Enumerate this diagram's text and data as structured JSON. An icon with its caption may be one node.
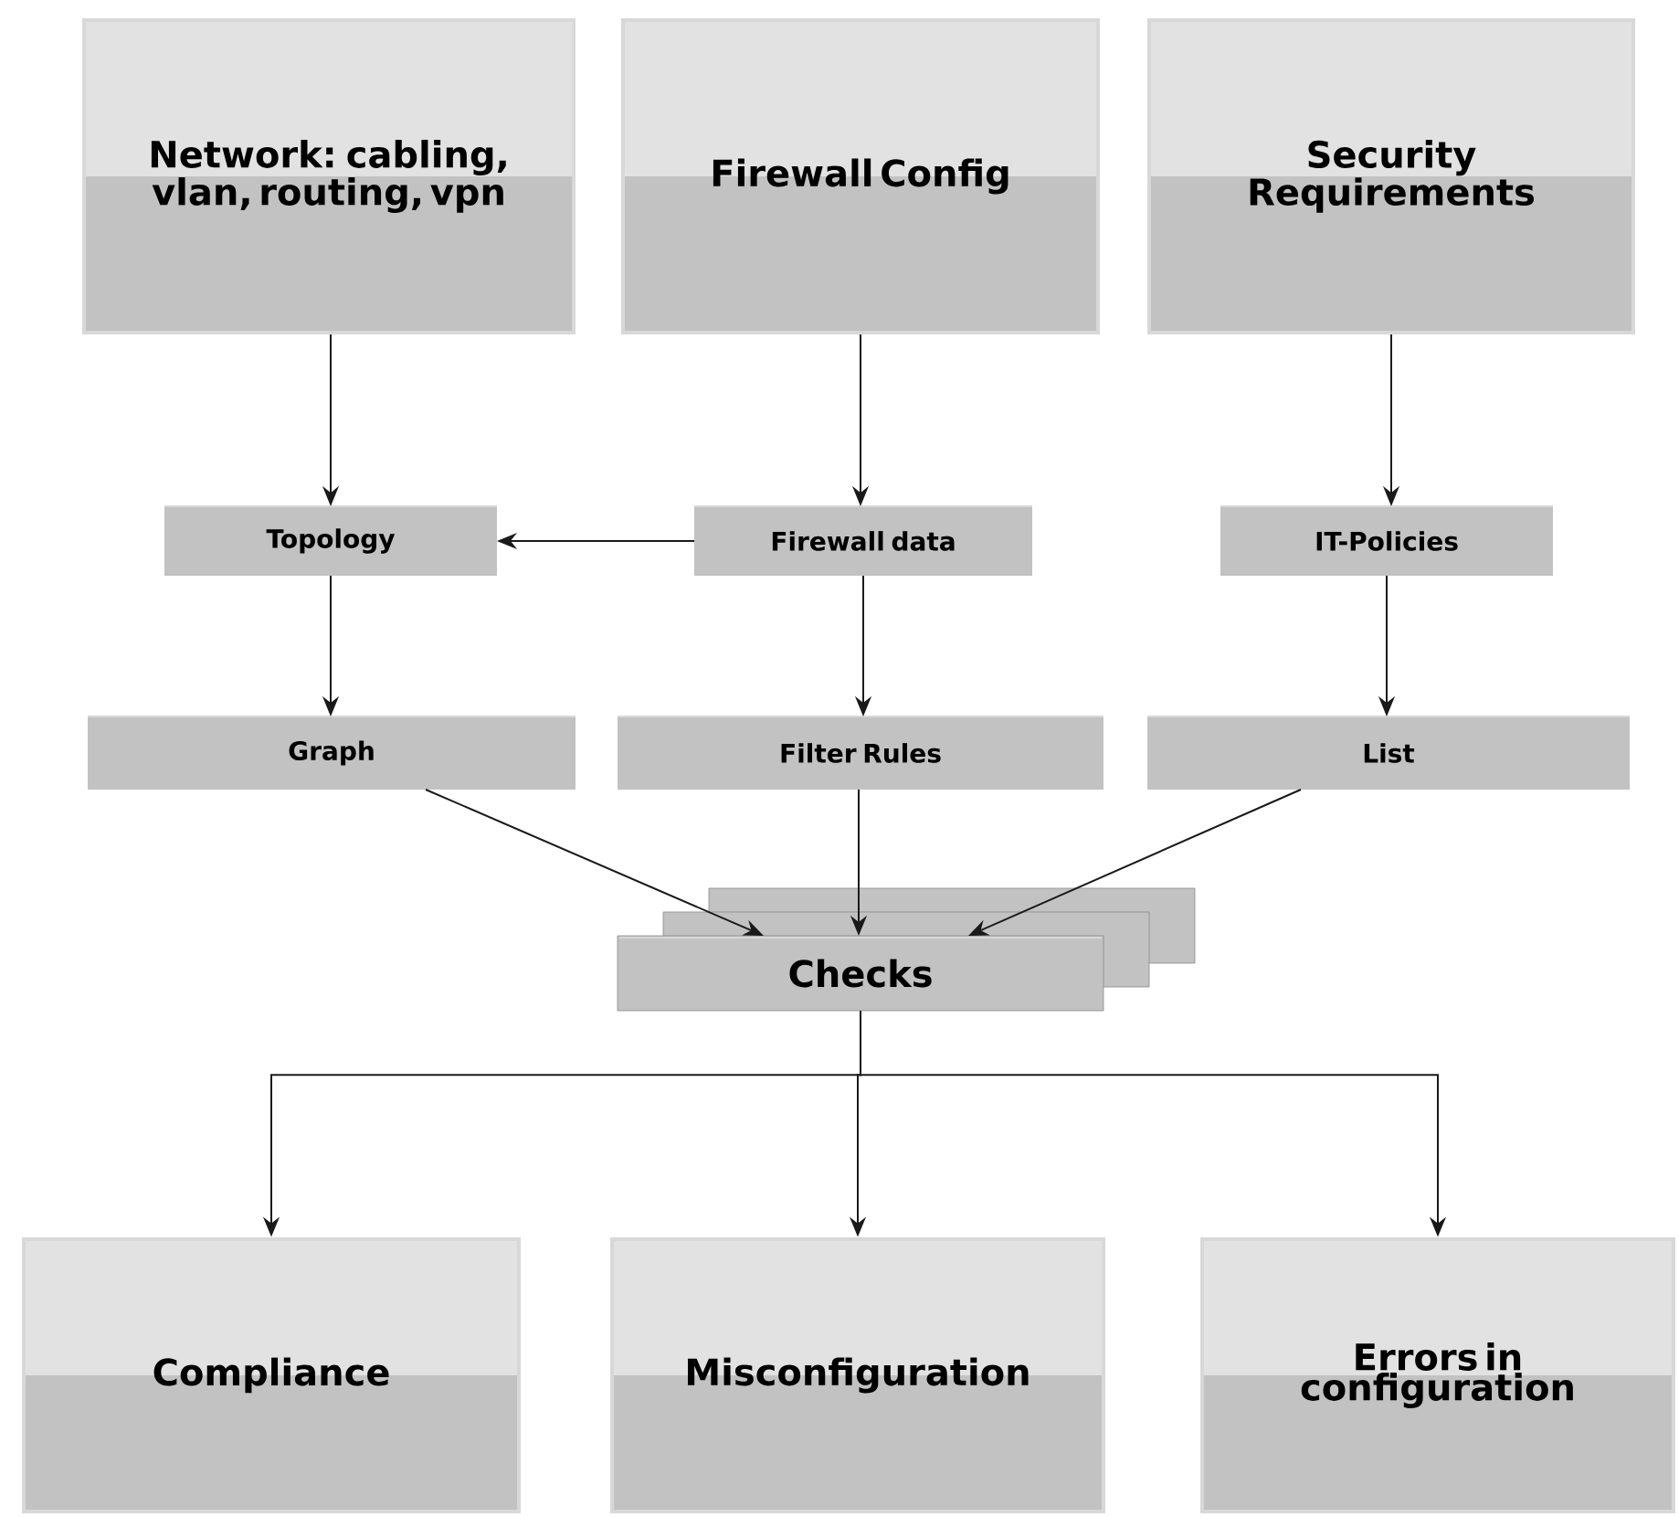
{
  "diagram": {
    "nodes": [
      {
        "text": [
          "Network: cabling, vlan, routing, vpn"
        ]
      },
      {
        "text": [
          "Firewall Config"
        ]
      },
      {
        "text": [
          "Security Requirements"
        ]
      },
      {
        "text": [
          "Topology"
        ]
      },
      {
        "text": [
          "Firewall data"
        ]
      },
      {
        "text": [
          "IT-Policies"
        ]
      },
      {
        "text": [
          "Graph"
        ]
      },
      {
        "text": [
          "Filter Rules"
        ]
      },
      {
        "text": [
          "List"
        ]
      },
      {
        "text": [
          "Checks"
        ]
      },
      {
        "text": [
          "Compliance"
        ]
      },
      {
        "text": [
          "Misconfiguration"
        ]
      },
      {
        "text": [
          "Errors in configuration"
        ]
      }
    ],
    "edges": [
      {
        "from": 0,
        "to": 3,
        "arrow": "to"
      },
      {
        "from": 1,
        "to": 4,
        "arrow": "to"
      },
      {
        "from": 2,
        "to": 5,
        "arrow": "to"
      },
      {
        "from": 4,
        "to": 3,
        "arrow": "to"
      },
      {
        "from": 3,
        "to": 6,
        "arrow": "to"
      },
      {
        "from": 4,
        "to": 7,
        "arrow": "to"
      },
      {
        "from": 5,
        "to": 8,
        "arrow": "to"
      },
      {
        "from": 6,
        "to": 9,
        "arrow": "to"
      },
      {
        "from": 7,
        "to": 9,
        "arrow": "to"
      },
      {
        "from": 8,
        "to": 9,
        "arrow": "to"
      },
      {
        "from": 9,
        "to": 10,
        "arrow": "to"
      },
      {
        "from": 9,
        "to": 11,
        "arrow": "to"
      },
      {
        "from": 9,
        "to": 12,
        "arrow": "to"
      }
    ]
  }
}
